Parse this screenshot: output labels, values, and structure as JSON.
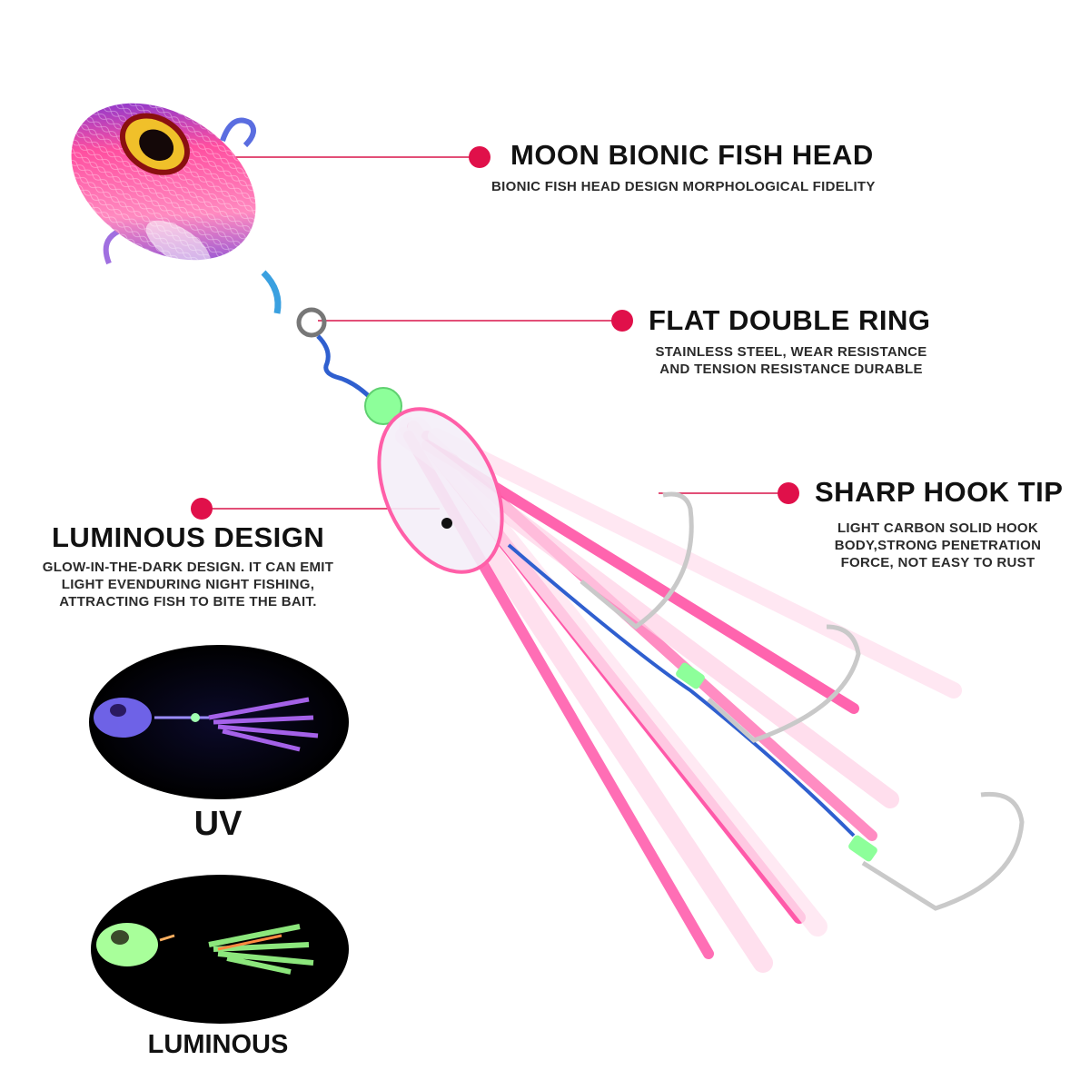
{
  "features": [
    {
      "title": "MOON BIONIC FISH HEAD",
      "desc": [
        "BIONIC FISH HEAD DESIGN MORPHOLOGICAL FIDELITY"
      ]
    },
    {
      "title": "FLAT DOUBLE RING",
      "desc": [
        "STAINLESS STEEL, WEAR RESISTANCE",
        "AND TENSION RESISTANCE DURABLE"
      ]
    },
    {
      "title": "SHARP HOOK TIP",
      "desc": [
        "LIGHT CARBON SOLID HOOK",
        "BODY,STRONG PENETRATION",
        "FORCE, NOT EASY TO RUST"
      ]
    },
    {
      "title": "LUMINOUS DESIGN",
      "desc": [
        "GLOW-IN-THE-DARK DESIGN. IT CAN EMIT",
        "LIGHT EVENDURING NIGHT FISHING,",
        "ATTRACTING FISH TO BITE THE BAIT."
      ]
    }
  ],
  "insets": {
    "uv_label": "UV",
    "luminous_label": "LUMINOUS"
  },
  "colors": {
    "accent": "#e0104a",
    "head_pink": "#ff5fa8",
    "head_blue": "#3b2fd6",
    "skirt_pink": "#ff3d9a",
    "glow_green": "#8dff9a",
    "line_blue": "#2f5fcf"
  }
}
